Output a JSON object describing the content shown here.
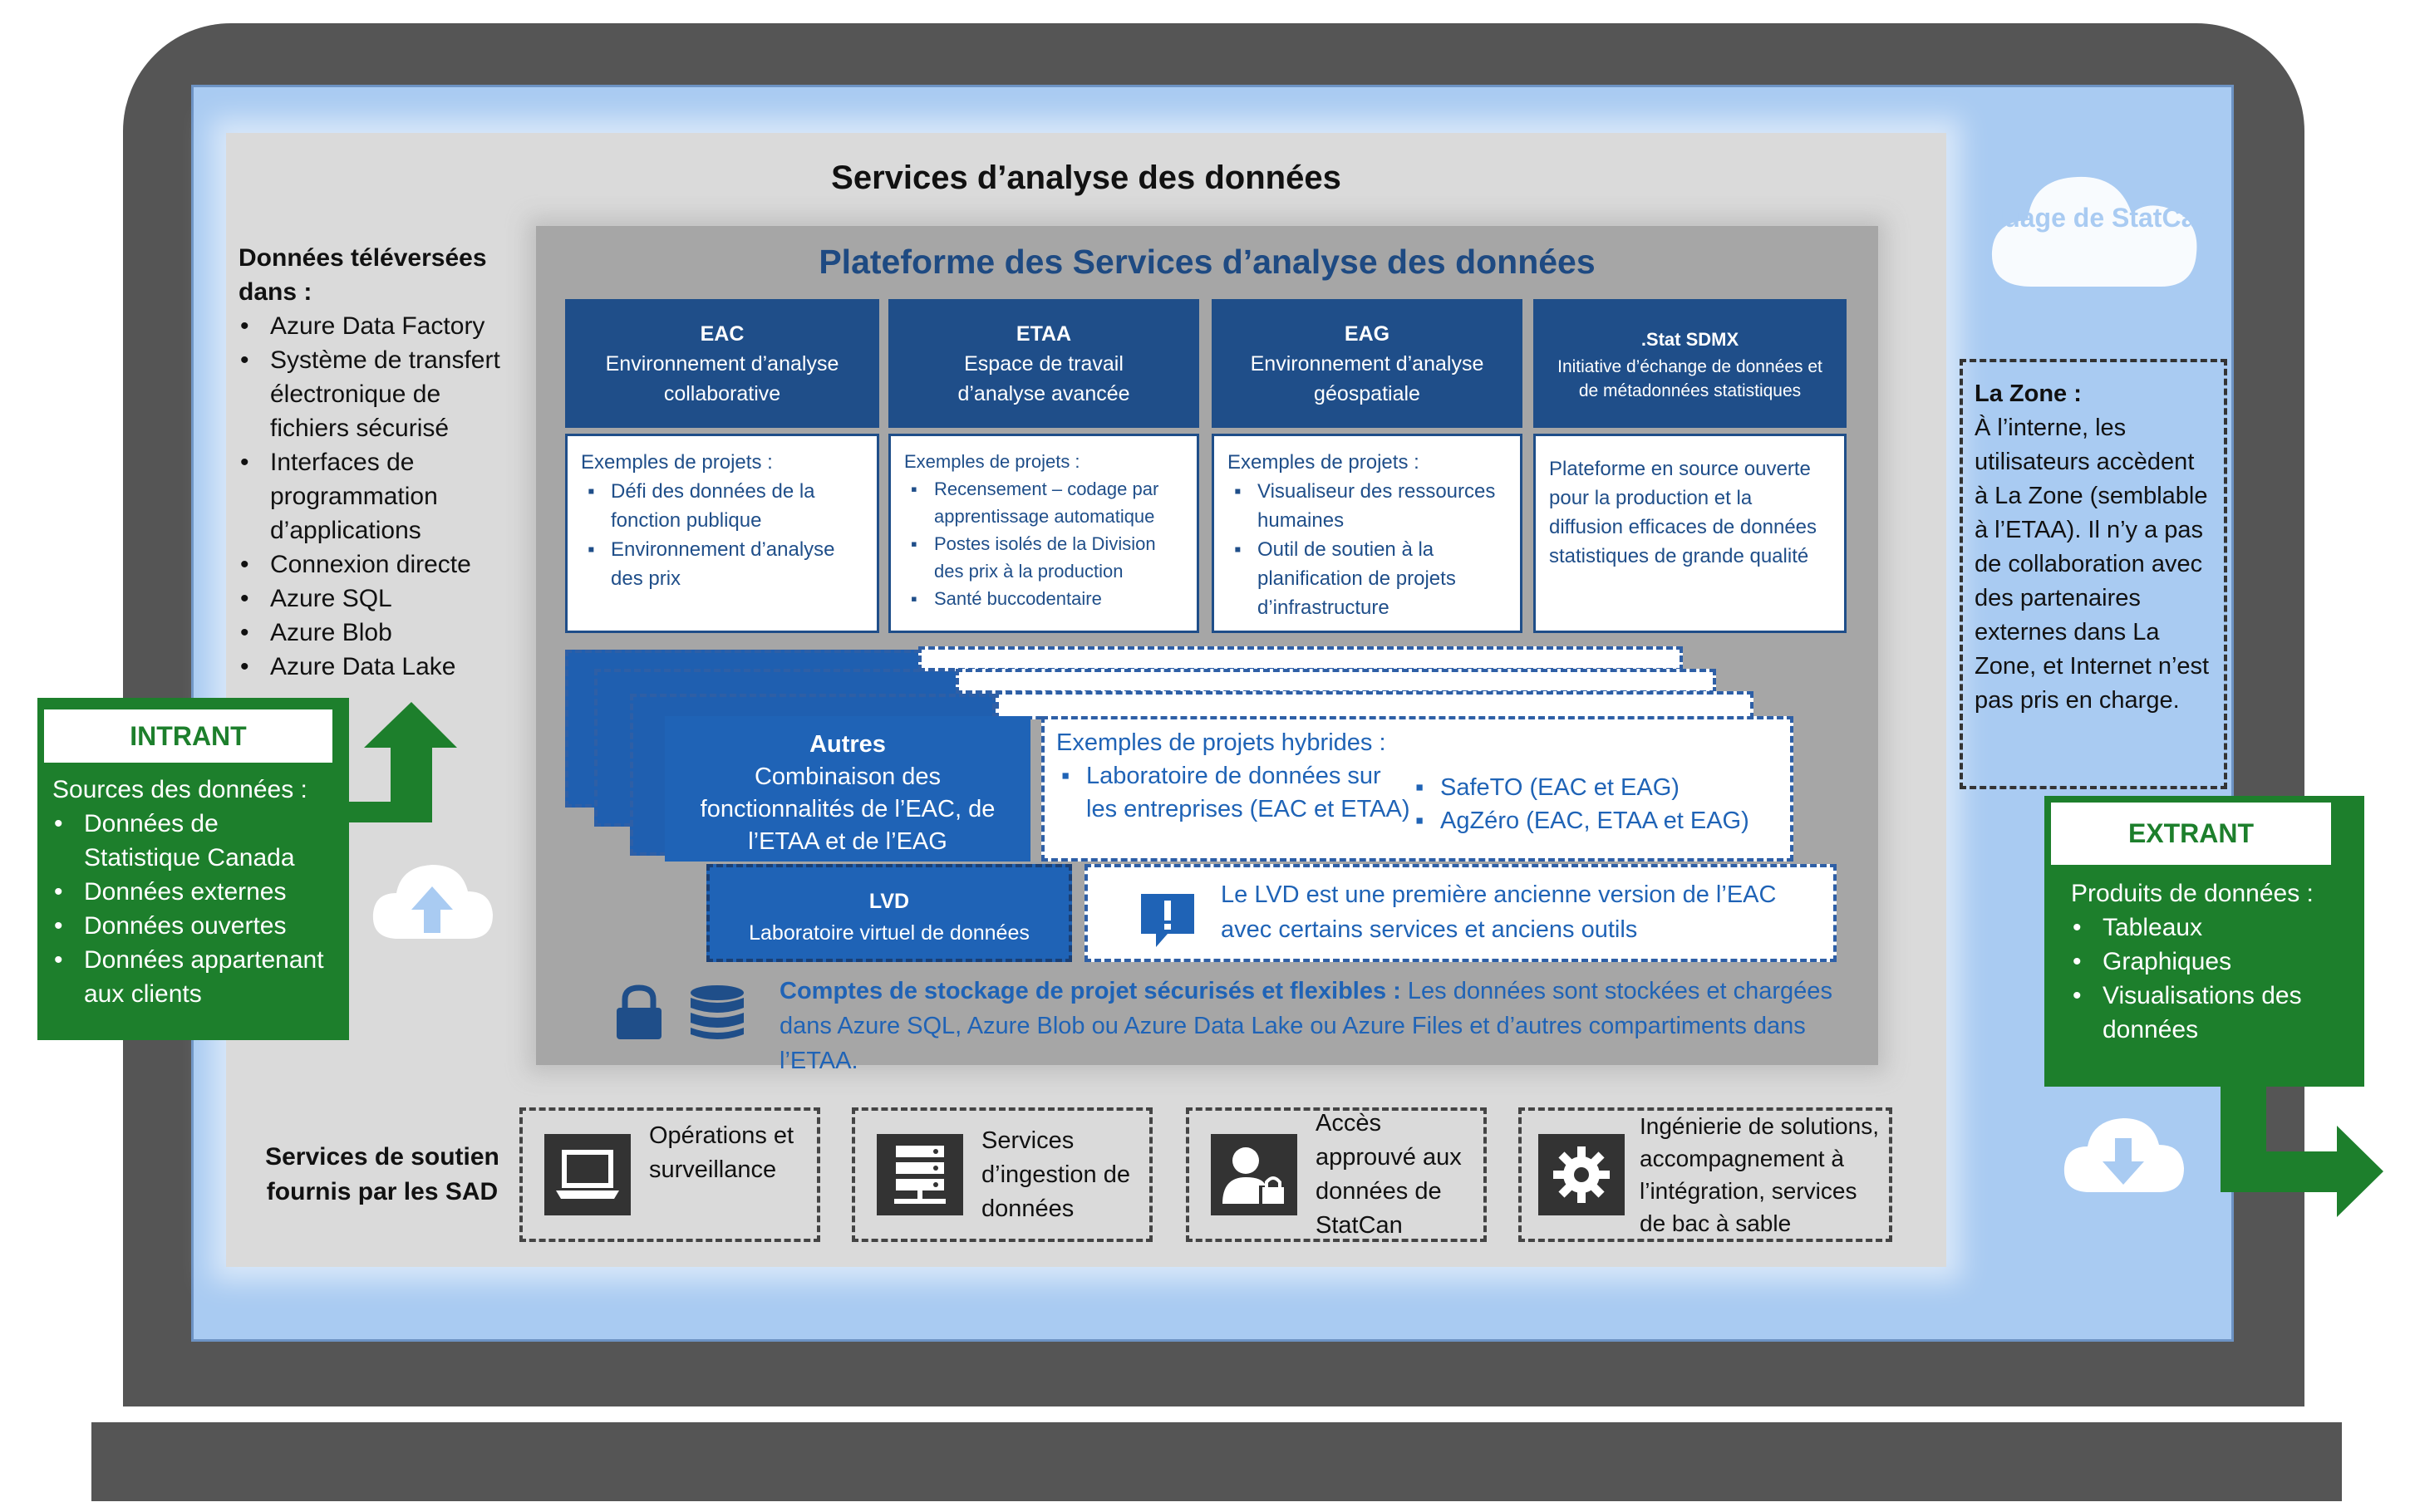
{
  "title": "Services d’analyse des données",
  "platform_title": "Plateforme des Services d’analyse des données",
  "cloud_label": "Nuage de StatCan",
  "uploaded": {
    "heading": "Données téléversées dans :",
    "items": [
      "Azure Data Factory",
      "Système de transfert électronique de fichiers sécurisé",
      "Interfaces de programmation d’applications",
      "Connexion directe",
      "Azure SQL",
      "Azure Blob",
      "Azure Data Lake"
    ]
  },
  "input": {
    "label": "INTRANT",
    "heading": "Sources des données :",
    "items": [
      "Données de Statistique Canada",
      "Données externes",
      "Données ouvertes",
      "Données appartenant aux clients"
    ]
  },
  "output": {
    "label": "EXTRANT",
    "heading": "Produits de données :",
    "items": [
      "Tableaux",
      "Graphiques",
      "Visualisations des données"
    ]
  },
  "zone": {
    "heading": "La Zone :",
    "text": "À l’interne, les utilisateurs accèdent à La Zone (semblable à l’ETAA). Il n’y a pas de collaboration avec des partenaires externes dans La Zone, et Internet n’est pas pris en charge."
  },
  "environments": [
    {
      "code": "EAC",
      "name": "Environnement d’analyse collaborative",
      "examples_heading": "Exemples de projets :",
      "examples": [
        "Défi des données de la fonction publique",
        "Environnement d’analyse des prix"
      ]
    },
    {
      "code": "ETAA",
      "name": "Espace de travail d’analyse avancée",
      "examples_heading": "Exemples de projets :",
      "examples": [
        "Recensement – codage par apprentissage automatique",
        "Postes isolés de la Division des prix à la production",
        "Santé buccodentaire"
      ]
    },
    {
      "code": "EAG",
      "name": "Environnement d’analyse géospatiale",
      "examples_heading": "Exemples de projets :",
      "examples": [
        "Visualiseur des ressources humaines",
        "Outil de soutien à la planification de projets d’infrastructure"
      ]
    },
    {
      "code": ".Stat SDMX",
      "name": "Initiative d’échange de données et de métadonnées statistiques",
      "description": "Plateforme en source ouverte pour la production et la diffusion efficaces de données statistiques de grande qualité"
    }
  ],
  "autres": {
    "title": "Autres",
    "text": "Combinaison des fonctionnalités de l’EAC, de l’ETAA et de l’EAG"
  },
  "hybrid": {
    "heading": "Exemples de projets hybrides :",
    "left": [
      "Laboratoire de données sur les entreprises (EAC et ETAA)"
    ],
    "right": [
      "SafeTO (EAC et EAG)",
      "AgZéro (EAC, ETAA et EAG)"
    ]
  },
  "lvd": {
    "code": "LVD",
    "name": "Laboratoire virtuel de données",
    "note": "Le LVD est une première ancienne version de l’EAC avec certains services et anciens outils"
  },
  "storage": {
    "bold": "Comptes de stockage de projet sécurisés et flexibles :",
    "text": " Les données sont stockées et chargées dans Azure SQL, Azure Blob ou Azure Data Lake ou Azure Files et d’autres compartiments dans l’ETAA."
  },
  "support": {
    "label": "Services de soutien fournis par les SAD",
    "items": [
      {
        "label": "Opérations et surveillance",
        "icon": "laptop-icon"
      },
      {
        "label": "Services d’ingestion de données",
        "icon": "server-icon"
      },
      {
        "label": "Accès approuvé aux données de StatCan",
        "icon": "user-lock-icon"
      },
      {
        "label": "Ingénierie de solutions, accompagnement à l’intégration, services de bac à sable",
        "icon": "gear-icon"
      }
    ]
  },
  "colors": {
    "navy": "#1f4e89",
    "blue": "#1f63b6",
    "green": "#1d7f2c",
    "screen": "#a9cbf2",
    "frame": "#555555"
  }
}
